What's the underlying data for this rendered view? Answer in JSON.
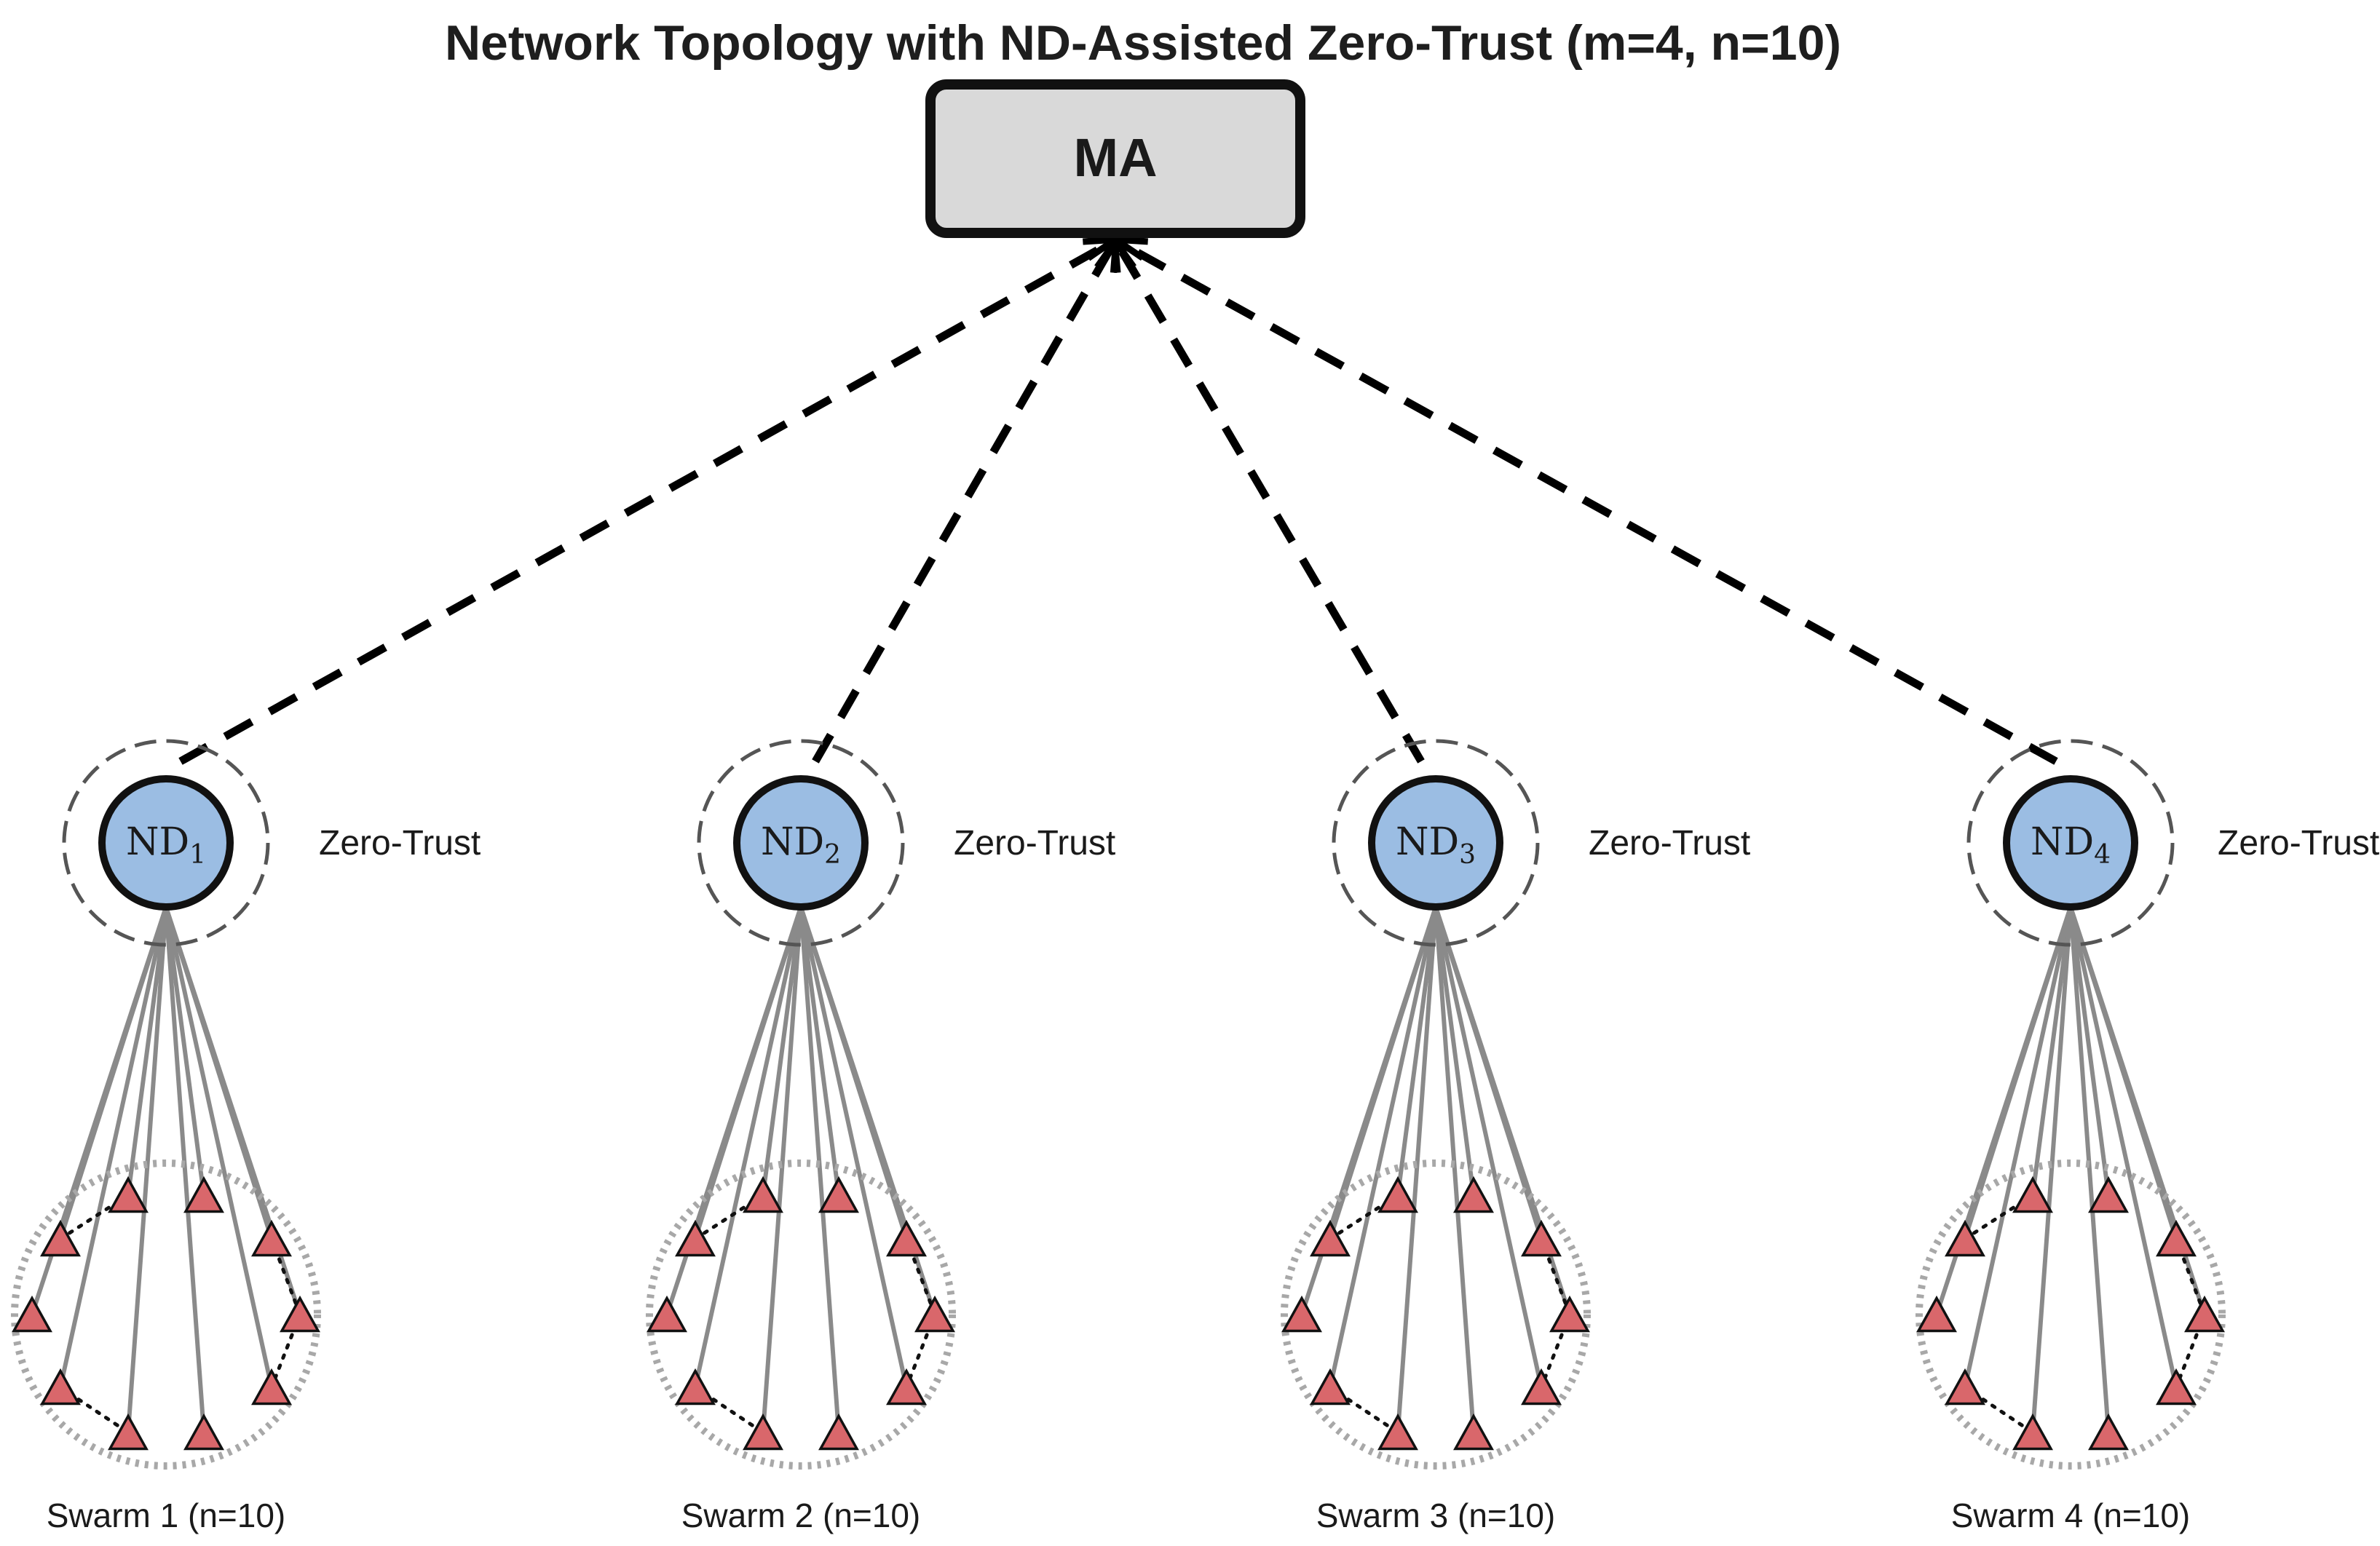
{
  "title": "Network Topology with ND-Assisted Zero-Trust (m=4, n=10)",
  "manager": {
    "label": "MA"
  },
  "neighbor_devices": [
    {
      "base": "ND",
      "sub": "1",
      "trust_label": "Zero-Trust",
      "swarm_label": "Swarm 1 (n=10)"
    },
    {
      "base": "ND",
      "sub": "2",
      "trust_label": "Zero-Trust",
      "swarm_label": "Swarm 2 (n=10)"
    },
    {
      "base": "ND",
      "sub": "3",
      "trust_label": "Zero-Trust",
      "swarm_label": "Swarm 3 (n=10)"
    },
    {
      "base": "ND",
      "sub": "4",
      "trust_label": "Zero-Trust",
      "swarm_label": "Swarm 4 (n=10)"
    }
  ],
  "colors": {
    "text": "#1a1a1a",
    "ma_fill": "#d9d9d9",
    "nd_fill": "#9bbde3",
    "drone_fill": "#d9676b",
    "link_gray": "#8a8a8a",
    "swarm_ring": "#a8a8a8",
    "trust_ring": "#555555"
  }
}
